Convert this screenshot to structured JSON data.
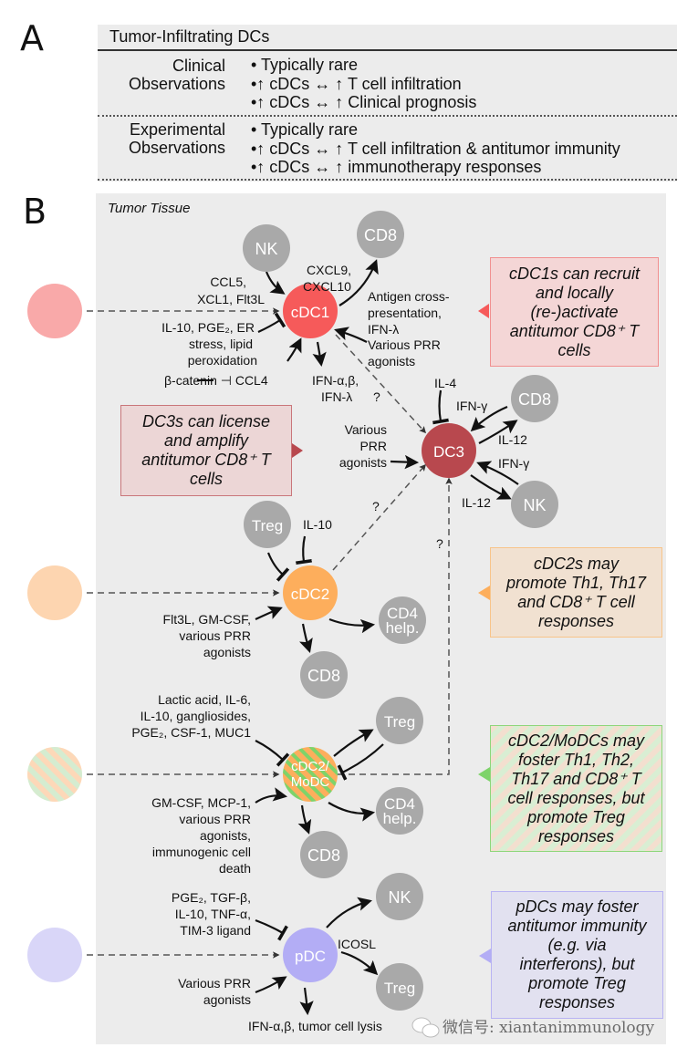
{
  "panelA": {
    "letter": "A",
    "title": "Tumor-Infiltrating DCs",
    "sections": [
      {
        "label_line1": "Clinical",
        "label_line2": "Observations",
        "bullets": [
          "• Typically rare",
          "•↑ cDCs ↔ ↑ T cell infiltration",
          "•↑ cDCs ↔ ↑ Clinical prognosis"
        ]
      },
      {
        "label_line1": "Experimental",
        "label_line2": "Observations",
        "bullets": [
          "• Typically rare",
          "•↑ cDCs ↔ ↑ T cell infiltration & antitumor immunity",
          "•↑ cDCs ↔ ↑ immunotherapy responses"
        ]
      }
    ]
  },
  "panelB": {
    "letter": "B",
    "title": "Tumor Tissue",
    "colors": {
      "cdc1": "#f65a5a",
      "cdc1_light": "#f9a9a9",
      "dc3": "#b8484e",
      "cdc2": "#fdae5c",
      "cdc2_light": "#fdd5b0",
      "modc_green": "#7ed36a",
      "modc_light_green": "#d5ecd0",
      "pdc": "#b3adf5",
      "pdc_light": "#d9d6f8",
      "effector_gray": "#a9a9a9",
      "panel_bg": "#ececec"
    },
    "nodes": {
      "cdc1": "cDC1",
      "dc3": "DC3",
      "cdc2": "cDC2",
      "modc_line1": "cDC2/",
      "modc_line2": "MoDC",
      "pdc": "pDC",
      "nk": "NK",
      "cd8": "CD8",
      "treg": "Treg",
      "cd4_line1": "CD4",
      "cd4_line2": "help."
    },
    "labels": {
      "cdc1_recruit": [
        "CCL5,",
        "XCL1, Flt3L"
      ],
      "cdc1_chemokines": [
        "CXCL9,",
        "CXCL10"
      ],
      "cdc1_crosspres": [
        "Antigen cross-",
        "presentation,",
        "IFN-λ"
      ],
      "cdc1_inhibit": [
        "IL-10, PGE₂, ER",
        "stress, lipid",
        "peroxidation"
      ],
      "cdc1_bcatenin": "β-catenin ⊣ CCL4",
      "cdc1_prr": [
        "Various PRR",
        "agonists"
      ],
      "cdc1_ifn": [
        "IFN-α,β,",
        "IFN-λ"
      ],
      "question": "?",
      "dc3_il4": "IL-4",
      "dc3_ifng": "IFN-γ",
      "dc3_il12": "IL-12",
      "dc3_prr": [
        "Various",
        "PRR",
        "agonists"
      ],
      "cdc2_il10": "IL-10",
      "cdc2_activators": [
        "Flt3L, GM-CSF,",
        "various PRR",
        "agonists"
      ],
      "modc_inhibit": [
        "Lactic acid, IL-6,",
        "IL-10, gangliosides,",
        "PGE₂, CSF-1, MUC1"
      ],
      "modc_activators": [
        "GM-CSF, MCP-1,",
        "various PRR",
        "agonists,",
        "immunogenic cell",
        "death"
      ],
      "pdc_inhibit": [
        "PGE₂, TGF-β,",
        "IL-10, TNF-α,",
        "TIM-3 ligand"
      ],
      "pdc_icosl": "ICOSL",
      "pdc_prr": [
        "Various PRR",
        "agonists"
      ],
      "pdc_output": "IFN-α,β, tumor cell lysis"
    },
    "callouts": {
      "cdc1": [
        "cDC1s can recruit",
        "and locally",
        "(re-)activate",
        "antitumor CD8⁺ T",
        "cells"
      ],
      "dc3": [
        "DC3s can license",
        "and amplify",
        "antitumor CD8⁺ T",
        "cells"
      ],
      "cdc2": [
        "cDC2s may",
        "promote Th1, Th17",
        "and CD8⁺ T cell",
        "responses"
      ],
      "modc": [
        "cDC2/MoDCs may",
        "foster Th1, Th2,",
        "Th17 and CD8⁺ T",
        "cell responses, but",
        "promote Treg",
        "responses"
      ],
      "pdc": [
        "pDCs may foster",
        "antitumor immunity",
        "(e.g. via",
        "interferons), but",
        "promote Treg",
        "responses"
      ]
    }
  },
  "watermark": "微信号: xiantanimmunology"
}
